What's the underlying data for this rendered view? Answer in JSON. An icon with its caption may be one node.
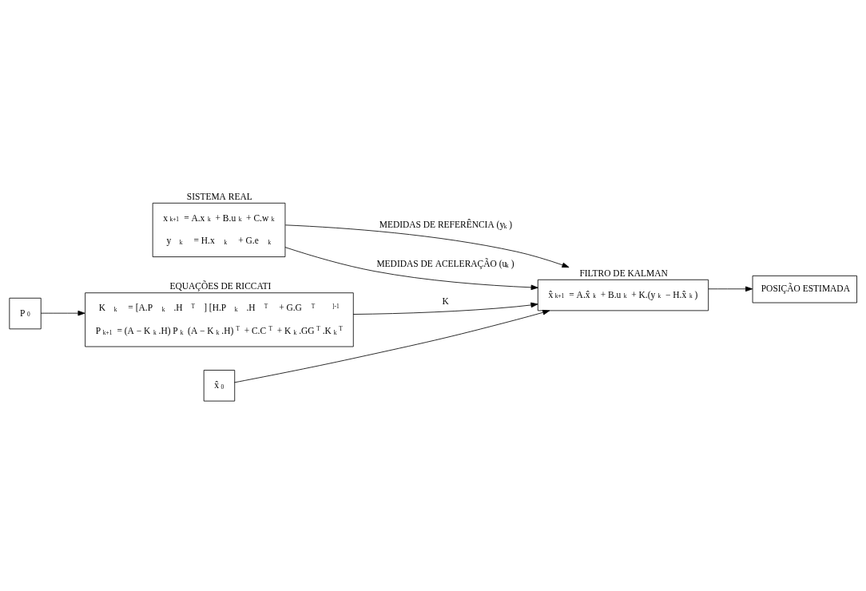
{
  "diagram": {
    "nodes": [
      {
        "text": [
          "SISTEMA REAL",
          "x$_{k+1}$ = A.x$_{k}$ + B.u$_{k}$ + C.w$_{k}$",
          "y$_{k}$ = H.x$_{k}$ + G.e$_{k}$"
        ]
      },
      {
        "text": [
          "P$_{0}$"
        ]
      },
      {
        "text": [
          "EQUAÇÕES DE RICCATI",
          "K$_{k}$ = [A.P$_{k}$.H$^{T}$] [H.P$_{k}$.H$^{T}$ + G.G$^{T}$]$^{-1}$",
          "P$_{k+1}$ = (A − K$_{k}$.H) P$_{k}$ (A − K$_{k}$.H)$^{T}$ + C.C$^{T}$ + K$_{k}$.GG$^{T}$.K$_{k}$$^{T}$"
        ]
      },
      {
        "text": [
          "x̂$_{0}$"
        ]
      },
      {
        "text": [
          "FILTRO DE KALMAN",
          "x̂$_{k+1}$ = A.x̂$_{k}$ + B.u$_{k}$ + K.(y$_{k}$ − H.x̂$_{k}$)"
        ]
      },
      {
        "text": [
          "POSIÇÃO ESTIMADA"
        ]
      }
    ],
    "edges": [
      {
        "from": 0,
        "to": 4,
        "arrow": "to",
        "label": "MEDIDAS DE REFERÊNCIA (y$_{k}$)"
      },
      {
        "from": 0,
        "to": 4,
        "arrow": "to",
        "label": "MEDIDAS DE ACELERAÇÃO (u$_{k}$)"
      },
      {
        "from": 1,
        "to": 2,
        "arrow": "to"
      },
      {
        "from": 2,
        "to": 4,
        "arrow": "to",
        "label": "K"
      },
      {
        "from": 3,
        "to": 4,
        "arrow": "to"
      },
      {
        "from": 4,
        "to": 5,
        "arrow": "to"
      }
    ]
  }
}
